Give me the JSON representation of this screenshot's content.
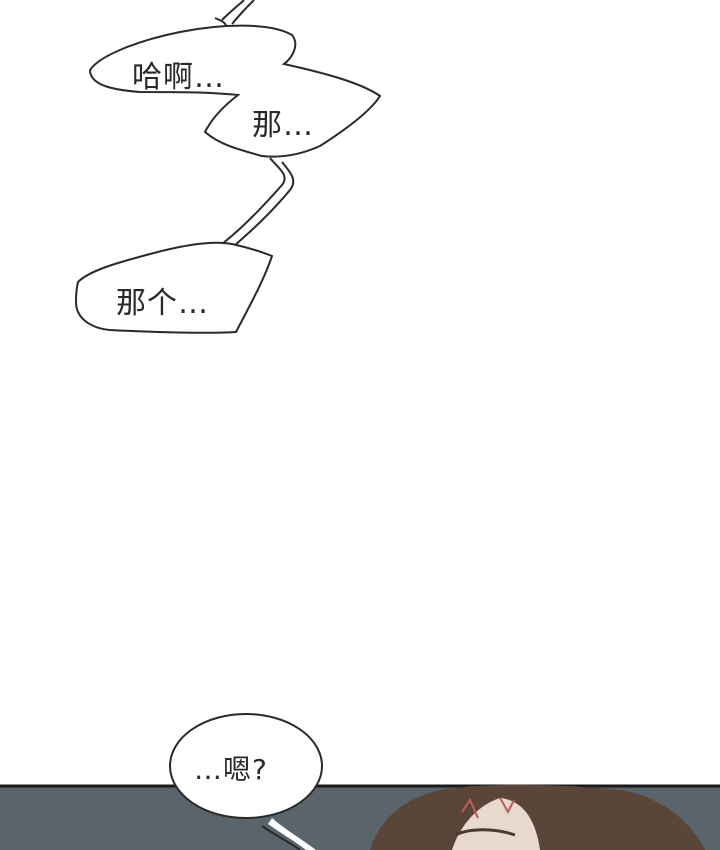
{
  "panel": {
    "bubbles": [
      {
        "text": "哈啊…"
      },
      {
        "text": "那…"
      },
      {
        "text": "那个…"
      },
      {
        "text": "…嗯?"
      }
    ]
  },
  "colors": {
    "background": "#ffffff",
    "panel_bg": "#59656a",
    "panel_border": "#1a1a1a",
    "hair": "#5a4638",
    "bubble_outline": "#2a2a2a"
  }
}
